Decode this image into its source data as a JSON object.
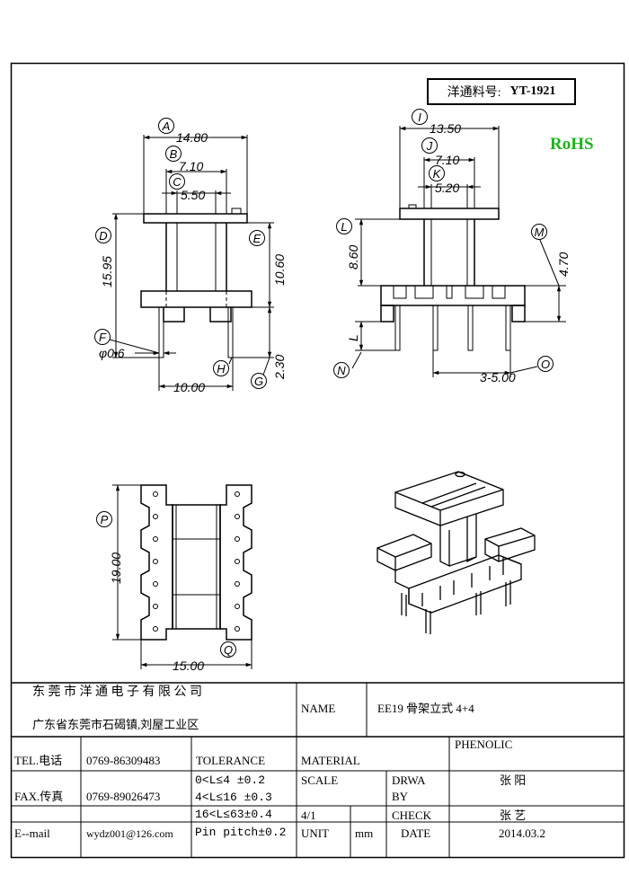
{
  "part_label": "洋通料号:",
  "part_number": "YT-1921",
  "rohs": "RoHS",
  "front_view": {
    "dim_A": "14.80",
    "dim_B": "7.10",
    "dim_C": "5.50",
    "dim_D": "15.95",
    "dim_E": "10.60",
    "dim_F": "φ0.6",
    "dim_H": "10.00",
    "dim_G": "2.30",
    "labels": [
      "A",
      "B",
      "C",
      "D",
      "E",
      "F",
      "G",
      "H"
    ]
  },
  "side_view": {
    "dim_I": "13.50",
    "dim_J": "7.10",
    "dim_K": "5.20",
    "dim_L": "8.60",
    "dim_M": "4.70",
    "dim_N": "L",
    "dim_O": "3-5.00",
    "labels": [
      "I",
      "J",
      "K",
      "L",
      "M",
      "N",
      "O"
    ]
  },
  "top_view": {
    "dim_P": "19.00",
    "dim_Q": "15.00",
    "labels": [
      "P",
      "Q"
    ]
  },
  "title_block": {
    "company": "东 莞 市 洋 通 电 子 有 限 公 司",
    "address": "广东省东莞市石碣镇,刘屋工业区",
    "name_label": "NAME",
    "name_value": "EE19 骨架立式 4+4",
    "tel_label": "TEL.电话",
    "tel_value": "0769-86309483",
    "fax_label": "FAX.传真",
    "fax_value": "0769-89026473",
    "email_label": "E--mail",
    "email_value": "wydz001@126.com",
    "tolerance_label": "TOLERANCE",
    "tol_1": "0<L≤4  ±0.2",
    "tol_2": "4<L≤16 ±0.3",
    "tol_3": "16<L≤63±0.4",
    "tol_4": "Pin pitch±0.2",
    "material_label": "MATERIAL",
    "material_value": "PHENOLIC",
    "scale_label": "SCALE",
    "scale_value": "4/1",
    "drawn_label_1": "DRWA",
    "drawn_label_2": "BY",
    "drawn_value": "张 阳",
    "check_label": "CHECK",
    "check_value": "张 艺",
    "unit_label": "UNIT",
    "unit_value": "mm",
    "date_label": "DATE",
    "date_value": "2014.03.2"
  }
}
